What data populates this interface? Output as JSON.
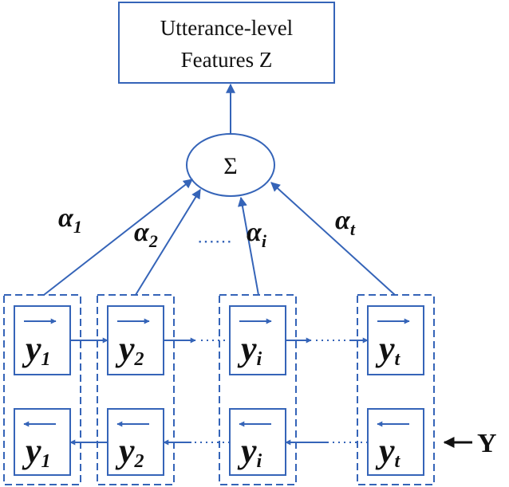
{
  "output_box": {
    "line1": "Utterance-level",
    "line2": "Features Z"
  },
  "sum_node": {
    "symbol": "Σ"
  },
  "weights": [
    {
      "symbol": "α",
      "sub": "1"
    },
    {
      "symbol": "α",
      "sub": "2"
    },
    {
      "symbol": "α",
      "sub": "i"
    },
    {
      "symbol": "α",
      "sub": "t"
    }
  ],
  "weights_ellipsis": "⋯⋯",
  "hidden_states": [
    {
      "symbol": "y",
      "sub": "1"
    },
    {
      "symbol": "y",
      "sub": "2"
    },
    {
      "symbol": "y",
      "sub": "i"
    },
    {
      "symbol": "y",
      "sub": "t"
    }
  ],
  "input_label": "Y",
  "colors": {
    "stroke": "#3564b8",
    "text": "#111111"
  }
}
